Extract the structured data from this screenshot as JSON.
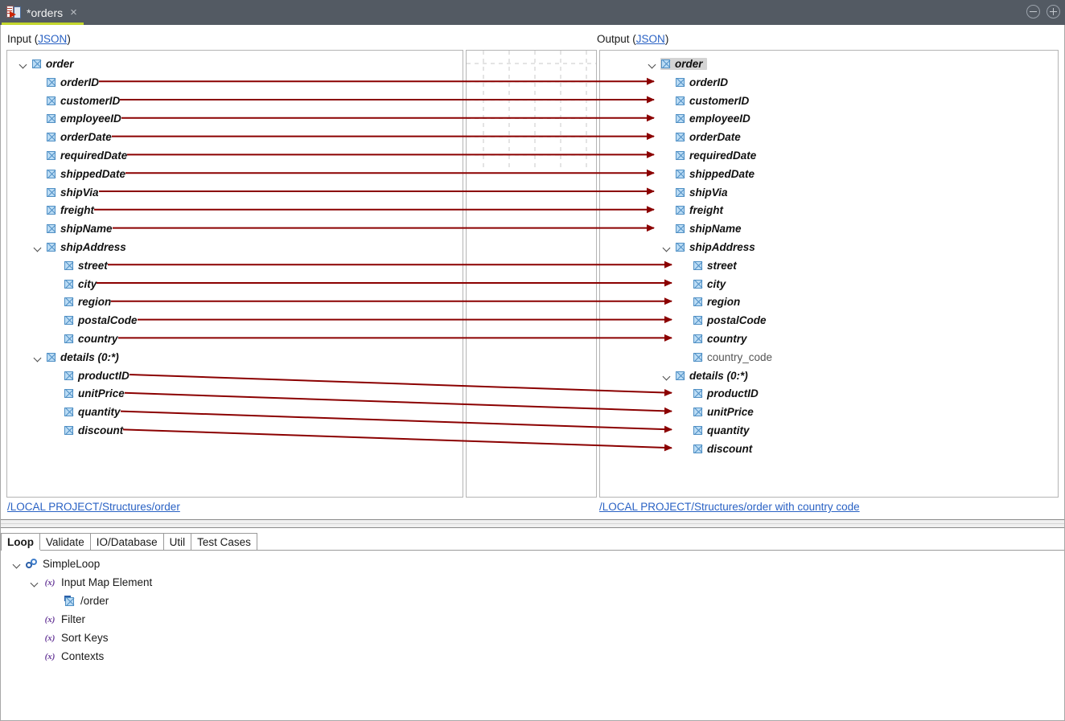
{
  "titlebar": {
    "tab_label": "*orders",
    "tab_icon": "map-document-icon",
    "close_label": "×",
    "minimize_icon": "minimize-circle-icon",
    "maximize_icon": "maximize-circle-icon",
    "background_color": "#535a63",
    "tab_accent_color": "#c3d62c"
  },
  "map": {
    "input": {
      "label": "Input",
      "format_link": "JSON",
      "path_link": "/LOCAL PROJECT/Structures/order",
      "nodes": [
        {
          "label": "order",
          "indent": 0,
          "twisty": true,
          "mapped": false,
          "leaf": false
        },
        {
          "label": "orderID",
          "indent": 1,
          "twisty": false,
          "mapped": true,
          "leaf": true
        },
        {
          "label": "customerID",
          "indent": 1,
          "twisty": false,
          "mapped": true,
          "leaf": true
        },
        {
          "label": "employeeID",
          "indent": 1,
          "twisty": false,
          "mapped": true,
          "leaf": true
        },
        {
          "label": "orderDate",
          "indent": 1,
          "twisty": false,
          "mapped": true,
          "leaf": true
        },
        {
          "label": "requiredDate",
          "indent": 1,
          "twisty": false,
          "mapped": true,
          "leaf": true
        },
        {
          "label": "shippedDate",
          "indent": 1,
          "twisty": false,
          "mapped": true,
          "leaf": true
        },
        {
          "label": "shipVia",
          "indent": 1,
          "twisty": false,
          "mapped": true,
          "leaf": true
        },
        {
          "label": "freight",
          "indent": 1,
          "twisty": false,
          "mapped": true,
          "leaf": true
        },
        {
          "label": "shipName",
          "indent": 1,
          "twisty": false,
          "mapped": true,
          "leaf": true
        },
        {
          "label": "shipAddress",
          "indent": 1,
          "twisty": true,
          "mapped": false,
          "leaf": false
        },
        {
          "label": "street",
          "indent": 2,
          "twisty": false,
          "mapped": true,
          "leaf": true
        },
        {
          "label": "city",
          "indent": 2,
          "twisty": false,
          "mapped": true,
          "leaf": true
        },
        {
          "label": "region",
          "indent": 2,
          "twisty": false,
          "mapped": true,
          "leaf": true
        },
        {
          "label": "postalCode",
          "indent": 2,
          "twisty": false,
          "mapped": true,
          "leaf": true
        },
        {
          "label": "country",
          "indent": 2,
          "twisty": false,
          "mapped": true,
          "leaf": true
        },
        {
          "label": "details (0:*)",
          "indent": 1,
          "twisty": true,
          "mapped": false,
          "leaf": false
        },
        {
          "label": "productID",
          "indent": 2,
          "twisty": false,
          "mapped": true,
          "leaf": true
        },
        {
          "label": "unitPrice",
          "indent": 2,
          "twisty": false,
          "mapped": true,
          "leaf": true
        },
        {
          "label": "quantity",
          "indent": 2,
          "twisty": false,
          "mapped": true,
          "leaf": true
        },
        {
          "label": "discount",
          "indent": 2,
          "twisty": false,
          "mapped": true,
          "leaf": true
        }
      ]
    },
    "output": {
      "label": "Output",
      "format_link": "JSON",
      "path_link": "/LOCAL PROJECT/Structures/order with country code",
      "selected_node": "order",
      "nodes": [
        {
          "label": "order",
          "indent": 0,
          "twisty": true,
          "mapped": false,
          "selected": true,
          "unmapped_style": false
        },
        {
          "label": "orderID",
          "indent": 1,
          "twisty": false,
          "mapped": true,
          "selected": false,
          "unmapped_style": false
        },
        {
          "label": "customerID",
          "indent": 1,
          "twisty": false,
          "mapped": true,
          "selected": false,
          "unmapped_style": false
        },
        {
          "label": "employeeID",
          "indent": 1,
          "twisty": false,
          "mapped": true,
          "selected": false,
          "unmapped_style": false
        },
        {
          "label": "orderDate",
          "indent": 1,
          "twisty": false,
          "mapped": true,
          "selected": false,
          "unmapped_style": false
        },
        {
          "label": "requiredDate",
          "indent": 1,
          "twisty": false,
          "mapped": true,
          "selected": false,
          "unmapped_style": false
        },
        {
          "label": "shippedDate",
          "indent": 1,
          "twisty": false,
          "mapped": true,
          "selected": false,
          "unmapped_style": false
        },
        {
          "label": "shipVia",
          "indent": 1,
          "twisty": false,
          "mapped": true,
          "selected": false,
          "unmapped_style": false
        },
        {
          "label": "freight",
          "indent": 1,
          "twisty": false,
          "mapped": true,
          "selected": false,
          "unmapped_style": false
        },
        {
          "label": "shipName",
          "indent": 1,
          "twisty": false,
          "mapped": true,
          "selected": false,
          "unmapped_style": false
        },
        {
          "label": "shipAddress",
          "indent": 1,
          "twisty": true,
          "mapped": false,
          "selected": false,
          "unmapped_style": false
        },
        {
          "label": "street",
          "indent": 2,
          "twisty": false,
          "mapped": true,
          "selected": false,
          "unmapped_style": false
        },
        {
          "label": "city",
          "indent": 2,
          "twisty": false,
          "mapped": true,
          "selected": false,
          "unmapped_style": false
        },
        {
          "label": "region",
          "indent": 2,
          "twisty": false,
          "mapped": true,
          "selected": false,
          "unmapped_style": false
        },
        {
          "label": "postalCode",
          "indent": 2,
          "twisty": false,
          "mapped": true,
          "selected": false,
          "unmapped_style": false
        },
        {
          "label": "country",
          "indent": 2,
          "twisty": false,
          "mapped": true,
          "selected": false,
          "unmapped_style": false
        },
        {
          "label": "country_code",
          "indent": 2,
          "twisty": false,
          "mapped": false,
          "selected": false,
          "unmapped_style": true
        },
        {
          "label": "details (0:*)",
          "indent": 1,
          "twisty": true,
          "mapped": false,
          "selected": false,
          "unmapped_style": false
        },
        {
          "label": "productID",
          "indent": 2,
          "twisty": false,
          "mapped": true,
          "selected": false,
          "unmapped_style": false
        },
        {
          "label": "unitPrice",
          "indent": 2,
          "twisty": false,
          "mapped": true,
          "selected": false,
          "unmapped_style": false
        },
        {
          "label": "quantity",
          "indent": 2,
          "twisty": false,
          "mapped": true,
          "selected": false,
          "unmapped_style": false
        },
        {
          "label": "discount",
          "indent": 2,
          "twisty": false,
          "mapped": true,
          "selected": false,
          "unmapped_style": false
        }
      ]
    },
    "link_color": "#8b0000",
    "grid_color": "#c8c8c8",
    "connections": [
      {
        "from": "orderID",
        "to": "orderID"
      },
      {
        "from": "customerID",
        "to": "customerID"
      },
      {
        "from": "employeeID",
        "to": "employeeID"
      },
      {
        "from": "orderDate",
        "to": "orderDate"
      },
      {
        "from": "requiredDate",
        "to": "requiredDate"
      },
      {
        "from": "shippedDate",
        "to": "shippedDate"
      },
      {
        "from": "shipVia",
        "to": "shipVia"
      },
      {
        "from": "freight",
        "to": "freight"
      },
      {
        "from": "shipName",
        "to": "shipName"
      },
      {
        "from": "street",
        "to": "street"
      },
      {
        "from": "city",
        "to": "city"
      },
      {
        "from": "region",
        "to": "region"
      },
      {
        "from": "postalCode",
        "to": "postalCode"
      },
      {
        "from": "country",
        "to": "country"
      },
      {
        "from": "productID",
        "to": "productID"
      },
      {
        "from": "unitPrice",
        "to": "unitPrice"
      },
      {
        "from": "quantity",
        "to": "quantity"
      },
      {
        "from": "discount",
        "to": "discount"
      }
    ]
  },
  "bottom": {
    "tabs": [
      {
        "label": "Loop",
        "active": true
      },
      {
        "label": "Validate",
        "active": false
      },
      {
        "label": "IO/Database",
        "active": false
      },
      {
        "label": "Util",
        "active": false
      },
      {
        "label": "Test Cases",
        "active": false
      }
    ],
    "tree": [
      {
        "label": "SimpleLoop",
        "indent": 0,
        "twisty": true,
        "icon": "loop-icon"
      },
      {
        "label": "Input Map Element",
        "indent": 1,
        "twisty": true,
        "icon": "function-icon"
      },
      {
        "label": "/order",
        "indent": 2,
        "twisty": false,
        "icon": "map-element-icon"
      },
      {
        "label": "Filter",
        "indent": 1,
        "twisty": false,
        "icon": "function-icon"
      },
      {
        "label": "Sort Keys",
        "indent": 1,
        "twisty": false,
        "icon": "function-icon"
      },
      {
        "label": "Contexts",
        "indent": 1,
        "twisty": false,
        "icon": "function-icon"
      }
    ],
    "function_glyph": "(x)"
  }
}
